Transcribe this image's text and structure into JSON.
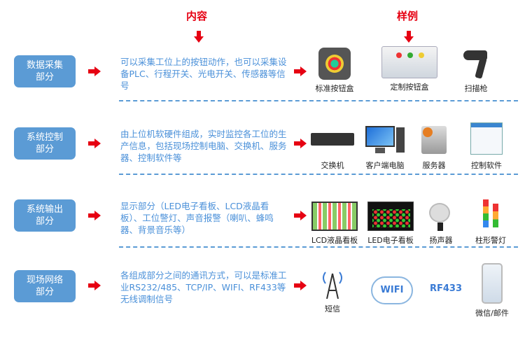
{
  "headers": {
    "content": "内容",
    "examples": "样例"
  },
  "rows": [
    {
      "category": "数据采集部分",
      "description": "可以采集工位上的按钮动作，也可以采集设备PLC、行程开关、光电开关、传感器等信号",
      "examples": [
        "标准按钮盒",
        "定制按钮盒",
        "扫描枪"
      ]
    },
    {
      "category": "系统控制部分",
      "description": "由上位机软硬件组成，实时监控各工位的生产信息，包括现场控制电脑、交换机、服务器、控制软件等",
      "examples": [
        "交换机",
        "客户端电脑",
        "服务器",
        "控制软件"
      ]
    },
    {
      "category": "系统输出部分",
      "description": "显示部分（LED电子看板、LCD液晶看板）、工位警灯、声音报警（喇叭、蜂鸣器、背景音乐等）",
      "examples": [
        "LCD液晶看板",
        "LED电子看板",
        "扬声器",
        "柱形警灯"
      ]
    },
    {
      "category": "现场网络部分",
      "description": "各组成部分之间的通讯方式，可以是标准工业RS232/485、TCP/IP、WIFI、RF433等无线调制信号",
      "examples": [
        "短信",
        "WIFI",
        "RF433",
        "微信/邮件"
      ]
    }
  ],
  "colors": {
    "accent": "#e60012",
    "category_bg": "#5b9bd5",
    "text": "#4a90d9"
  }
}
